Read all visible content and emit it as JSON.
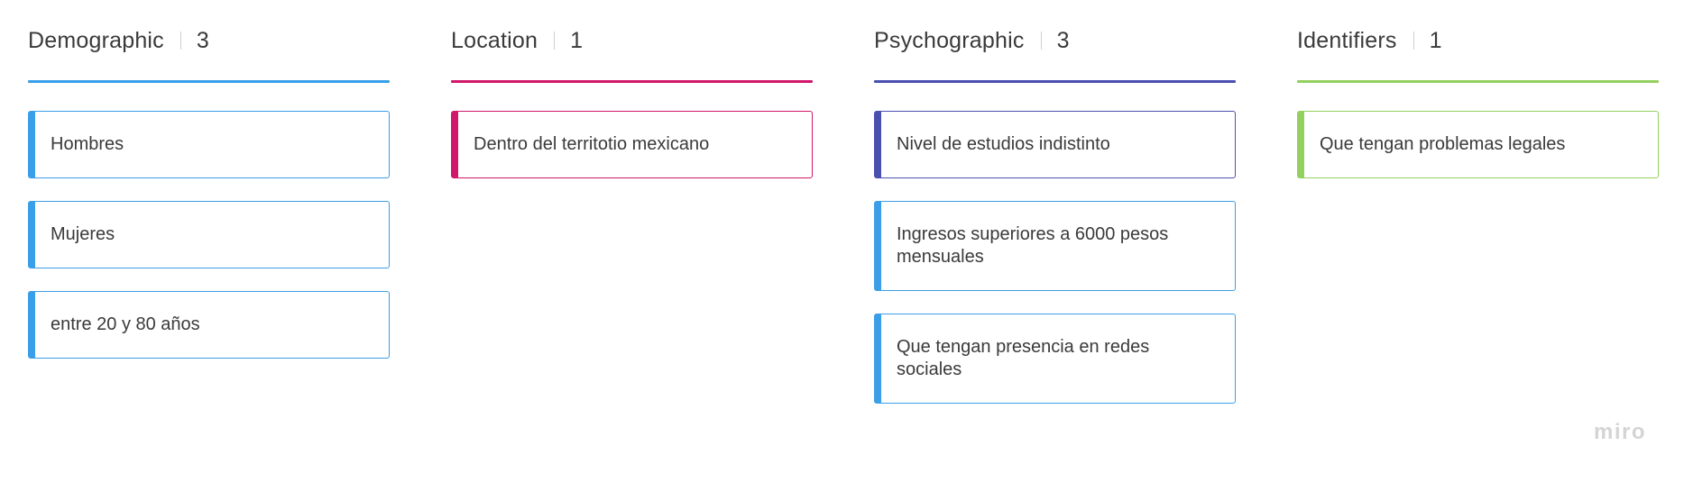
{
  "colors": {
    "demographic": "#3b9ee8",
    "location": "#d1176b",
    "psychographic": "#4b50b0",
    "identifiers": "#94d060",
    "card_blue": "#3b9ee8"
  },
  "columns": [
    {
      "title": "Demographic",
      "count": "3",
      "cards": [
        {
          "text": "Hombres",
          "accent": "#3b9ee8"
        },
        {
          "text": "Mujeres",
          "accent": "#3b9ee8"
        },
        {
          "text": "entre 20 y 80 años",
          "accent": "#3b9ee8"
        }
      ]
    },
    {
      "title": "Location",
      "count": "1",
      "cards": [
        {
          "text": "Dentro del territotio mexicano",
          "accent": "#d1176b"
        }
      ]
    },
    {
      "title": "Psychographic",
      "count": "3",
      "cards": [
        {
          "text": "Nivel de estudios  indistinto",
          "accent": "#4b50b0"
        },
        {
          "text": "Ingresos superiores a 6000 pesos mensuales",
          "accent": "#3b9ee8"
        },
        {
          "text": "Que tengan presencia en redes sociales",
          "accent": "#3b9ee8"
        }
      ]
    },
    {
      "title": "Identifiers",
      "count": "1",
      "cards": [
        {
          "text": "Que tengan problemas legales",
          "accent": "#94d060"
        }
      ]
    }
  ],
  "watermark": "miro"
}
